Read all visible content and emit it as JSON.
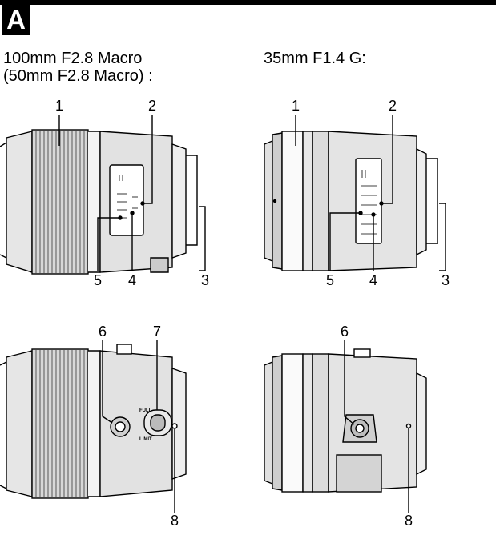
{
  "section_badge": "A",
  "titles": {
    "left_line1": "100mm F2.8 Macro",
    "left_line2": "(50mm F2.8 Macro) :",
    "right": "35mm F1.4 G:"
  },
  "callouts": {
    "tl": [
      "1",
      "2",
      "3",
      "4",
      "5"
    ],
    "tr": [
      "1",
      "2",
      "3",
      "4",
      "5"
    ],
    "bl": [
      "6",
      "7",
      "8"
    ],
    "br": [
      "6",
      "8"
    ]
  },
  "switch_labels": {
    "full": "FULL",
    "limit": "LIMIT"
  }
}
